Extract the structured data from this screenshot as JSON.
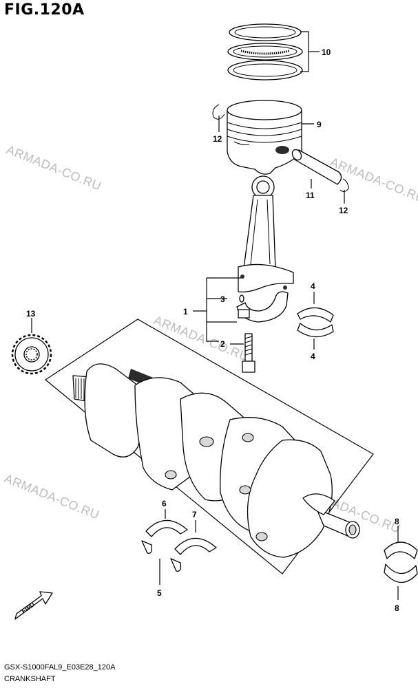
{
  "figure": {
    "title": "FIG.120A"
  },
  "watermark": {
    "text": "ARMADA-CO.RU"
  },
  "callouts": {
    "c1": "1",
    "c2": "2",
    "c3": "3",
    "c4a": "4",
    "c4b": "4",
    "c5": "5",
    "c6": "6",
    "c7": "7",
    "c8a": "8",
    "c8b": "8",
    "c9": "9",
    "c10": "10",
    "c11": "11",
    "c12a": "12",
    "c12b": "12",
    "c13": "13"
  },
  "fwd_label": "FWD",
  "footer": {
    "code": "GSX-S1000FAL9_E03E28_120A",
    "name": "CRANKSHAFT"
  }
}
